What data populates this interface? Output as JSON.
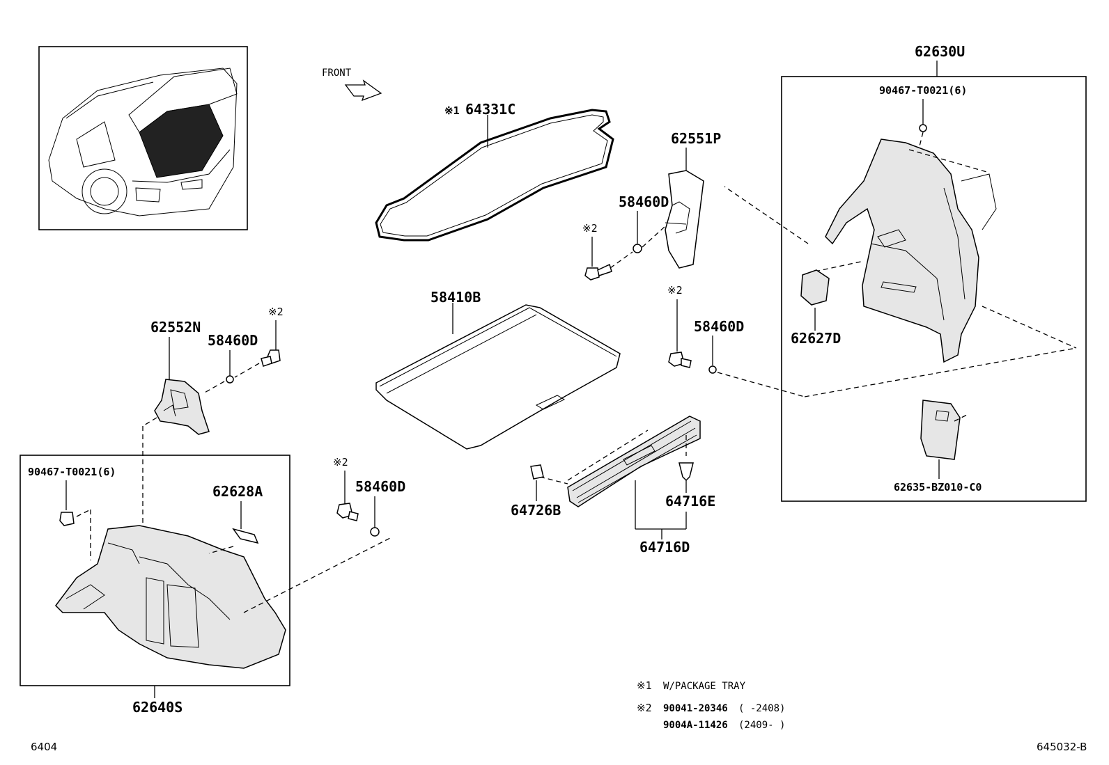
{
  "front_label": "FRONT",
  "parts": {
    "p62630U": "62630U",
    "p90467_right": "90467-T0021(6)",
    "p62627D": "62627D",
    "p62635": "62635-BZ010-C0",
    "p62551P": "62551P",
    "p58460D_a": "58460D",
    "p58460D_b": "58460D",
    "p58460D_c": "58460D",
    "p58460D_d": "58460D",
    "p64331C_mark": "※1",
    "p64331C": "64331C",
    "p58410B": "58410B",
    "p62552N": "62552N",
    "p90467_left": "90467-T0021(6)",
    "p62628A": "62628A",
    "p62640S": "62640S",
    "p64726B": "64726B",
    "p64716E": "64716E",
    "p64716D": "64716D",
    "mark2_a": "※2",
    "mark2_b": "※2",
    "mark2_c": "※2",
    "mark2_d": "※2"
  },
  "notes": {
    "note1_mark": "※1",
    "note1_text": "W/PACKAGE TRAY",
    "note2_mark": "※2",
    "note2_line1_part": "90041-20346",
    "note2_line1_range": "(     -2408)",
    "note2_line2_part": "9004A-11426",
    "note2_line2_range": "(2409-     )"
  },
  "corner": {
    "left_code": "6404",
    "right_code": "645032-B"
  }
}
